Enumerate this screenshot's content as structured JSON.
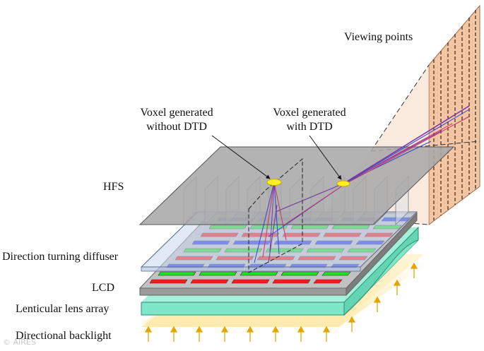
{
  "labels": {
    "viewing_points": "Viewing points",
    "voxel_without_dtd_line1": "Voxel generated",
    "voxel_without_dtd_line2": "without DTD",
    "voxel_with_dtd_line1": "Voxel generated",
    "voxel_with_dtd_line2": "with DTD",
    "hfs": "HFS",
    "direction_turning_diffuser": "Direction turning diffuser",
    "lcd": "LCD",
    "lenticular_lens_array": "Lenticular lens array",
    "directional_backlight": "Directional backlight"
  },
  "watermark": "© AIRES",
  "colors": {
    "hfs_plate": "#a9a9a9",
    "lcd_frame": "#9a9a9a",
    "pixel_red": "#ff1a1a",
    "pixel_green": "#22dd22",
    "pixel_blue": "#2233ee",
    "lens_array": "#7fe6c8",
    "backlight": "#ffe9a8",
    "arrow": "#e6a400",
    "viewing_plane": "#f3c6a6",
    "voxel": "#ffee22"
  }
}
